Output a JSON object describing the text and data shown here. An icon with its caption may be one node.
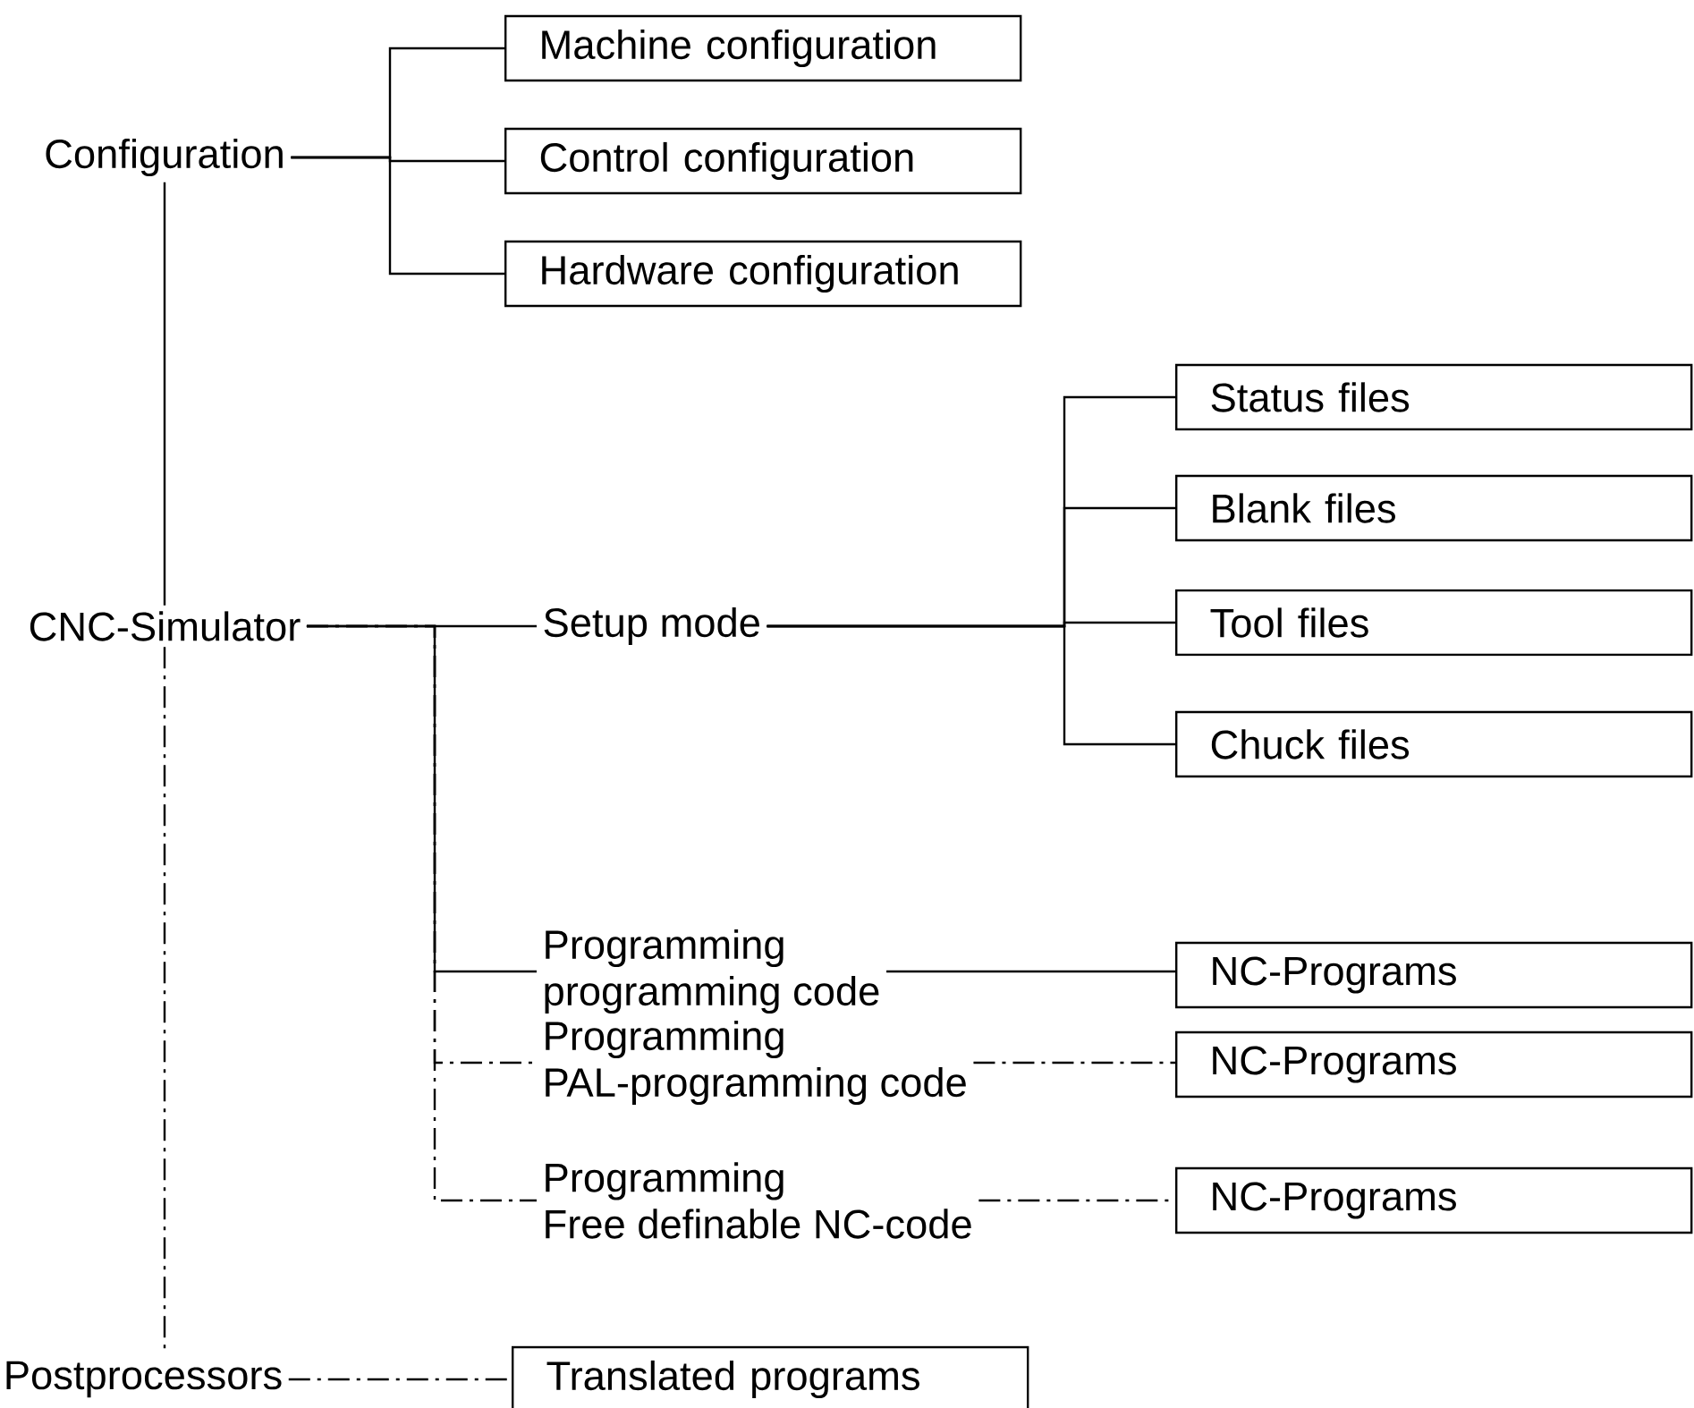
{
  "diagram": {
    "nodes": [
      {
        "text": [
          "Configuration"
        ]
      },
      {
        "text": [
          "Machine configuration"
        ]
      },
      {
        "text": [
          "Control configuration"
        ]
      },
      {
        "text": [
          "Hardware configuration"
        ]
      },
      {
        "text": [
          "CNC-Simulator"
        ]
      },
      {
        "text": [
          "Setup mode"
        ]
      },
      {
        "text": [
          "Status files"
        ]
      },
      {
        "text": [
          "Blank files"
        ]
      },
      {
        "text": [
          "Tool files"
        ]
      },
      {
        "text": [
          "Chuck files"
        ]
      },
      {
        "text": [
          "Programming",
          "programming code"
        ]
      },
      {
        "text": [
          "NC-Programs"
        ]
      },
      {
        "text": [
          "Programming",
          "PAL-programming code"
        ]
      },
      {
        "text": [
          "NC-Programs"
        ]
      },
      {
        "text": [
          "Programming",
          "Free definable NC-code"
        ]
      },
      {
        "text": [
          "NC-Programs"
        ]
      },
      {
        "text": [
          "Postprocessors"
        ]
      },
      {
        "text": [
          "Translated programs"
        ]
      }
    ],
    "edges": [
      {
        "from": 0,
        "to": 1,
        "arrow": "none"
      },
      {
        "from": 0,
        "to": 2,
        "arrow": "none"
      },
      {
        "from": 0,
        "to": 3,
        "arrow": "none"
      },
      {
        "from": 0,
        "to": 4,
        "arrow": "none"
      },
      {
        "from": 4,
        "to": 5,
        "arrow": "none"
      },
      {
        "from": 5,
        "to": 6,
        "arrow": "none"
      },
      {
        "from": 5,
        "to": 7,
        "arrow": "none"
      },
      {
        "from": 5,
        "to": 8,
        "arrow": "none"
      },
      {
        "from": 5,
        "to": 9,
        "arrow": "none"
      },
      {
        "from": 4,
        "to": 10,
        "arrow": "none"
      },
      {
        "from": 4,
        "to": 12,
        "arrow": "none",
        "style": "dashed"
      },
      {
        "from": 4,
        "to": 14,
        "arrow": "none",
        "style": "dashed"
      },
      {
        "from": 10,
        "to": 11,
        "arrow": "none"
      },
      {
        "from": 12,
        "to": 13,
        "arrow": "none",
        "style": "dashed"
      },
      {
        "from": 14,
        "to": 15,
        "arrow": "none",
        "style": "dashed"
      },
      {
        "from": 4,
        "to": 16,
        "arrow": "none",
        "style": "dashed"
      },
      {
        "from": 16,
        "to": 17,
        "arrow": "none",
        "style": "dashed"
      }
    ]
  }
}
